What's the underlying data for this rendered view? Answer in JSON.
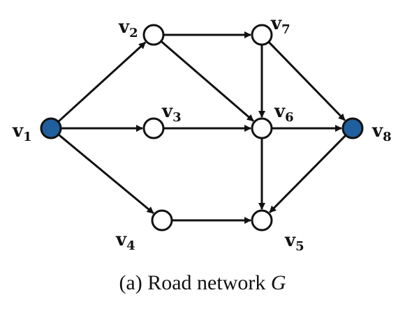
{
  "caption": {
    "prefix": "(a) Road network ",
    "variable": "G"
  },
  "colors": {
    "edge": "#111111",
    "node_stroke": "#111111",
    "node_fill_default": "#ffffff",
    "node_fill_highlight": "#1f5f9e"
  },
  "nodes": [
    {
      "id": "v1",
      "base": "v",
      "sub": "1",
      "highlight": true
    },
    {
      "id": "v2",
      "base": "v",
      "sub": "2",
      "highlight": false
    },
    {
      "id": "v3",
      "base": "v",
      "sub": "3",
      "highlight": false
    },
    {
      "id": "v4",
      "base": "v",
      "sub": "4",
      "highlight": false
    },
    {
      "id": "v5",
      "base": "v",
      "sub": "5",
      "highlight": false
    },
    {
      "id": "v6",
      "base": "v",
      "sub": "6",
      "highlight": false
    },
    {
      "id": "v7",
      "base": "v",
      "sub": "7",
      "highlight": false
    },
    {
      "id": "v8",
      "base": "v",
      "sub": "8",
      "highlight": true
    }
  ],
  "edges": [
    {
      "from": "v1",
      "to": "v2"
    },
    {
      "from": "v1",
      "to": "v3"
    },
    {
      "from": "v1",
      "to": "v4"
    },
    {
      "from": "v2",
      "to": "v7"
    },
    {
      "from": "v2",
      "to": "v6"
    },
    {
      "from": "v3",
      "to": "v6"
    },
    {
      "from": "v4",
      "to": "v5"
    },
    {
      "from": "v7",
      "to": "v6"
    },
    {
      "from": "v7",
      "to": "v8"
    },
    {
      "from": "v6",
      "to": "v8"
    },
    {
      "from": "v6",
      "to": "v5"
    },
    {
      "from": "v8",
      "to": "v5"
    }
  ]
}
